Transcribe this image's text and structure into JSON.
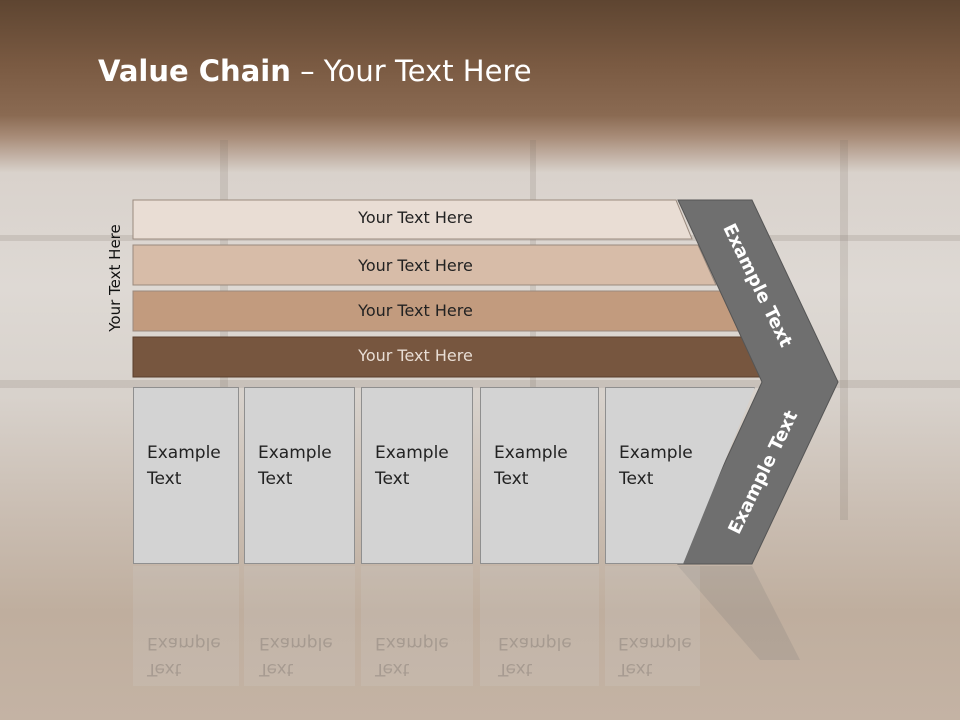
{
  "title": {
    "bold": "Value Chain",
    "rest": " – Your Text Here"
  },
  "side_label": "Your Text Here",
  "bars": [
    {
      "label": "Your Text Here",
      "color": "#e9ddd4"
    },
    {
      "label": "Your Text Here",
      "color": "#d7bca8"
    },
    {
      "label": "Your Text Here",
      "color": "#c29b7e"
    },
    {
      "label": "Your Text Here",
      "color": "#77563f"
    }
  ],
  "boxes": [
    {
      "line1": "Example",
      "line2": "Text"
    },
    {
      "line1": "Example",
      "line2": "Text"
    },
    {
      "line1": "Example",
      "line2": "Text"
    },
    {
      "line1": "Example",
      "line2": "Text"
    },
    {
      "line1": "Example",
      "line2": "Text"
    }
  ],
  "arrow_top_label": "Example Text",
  "arrow_bottom_label": "Example Text",
  "colors": {
    "arrow": "#6f6f6f",
    "box": "#d3d3d3"
  }
}
